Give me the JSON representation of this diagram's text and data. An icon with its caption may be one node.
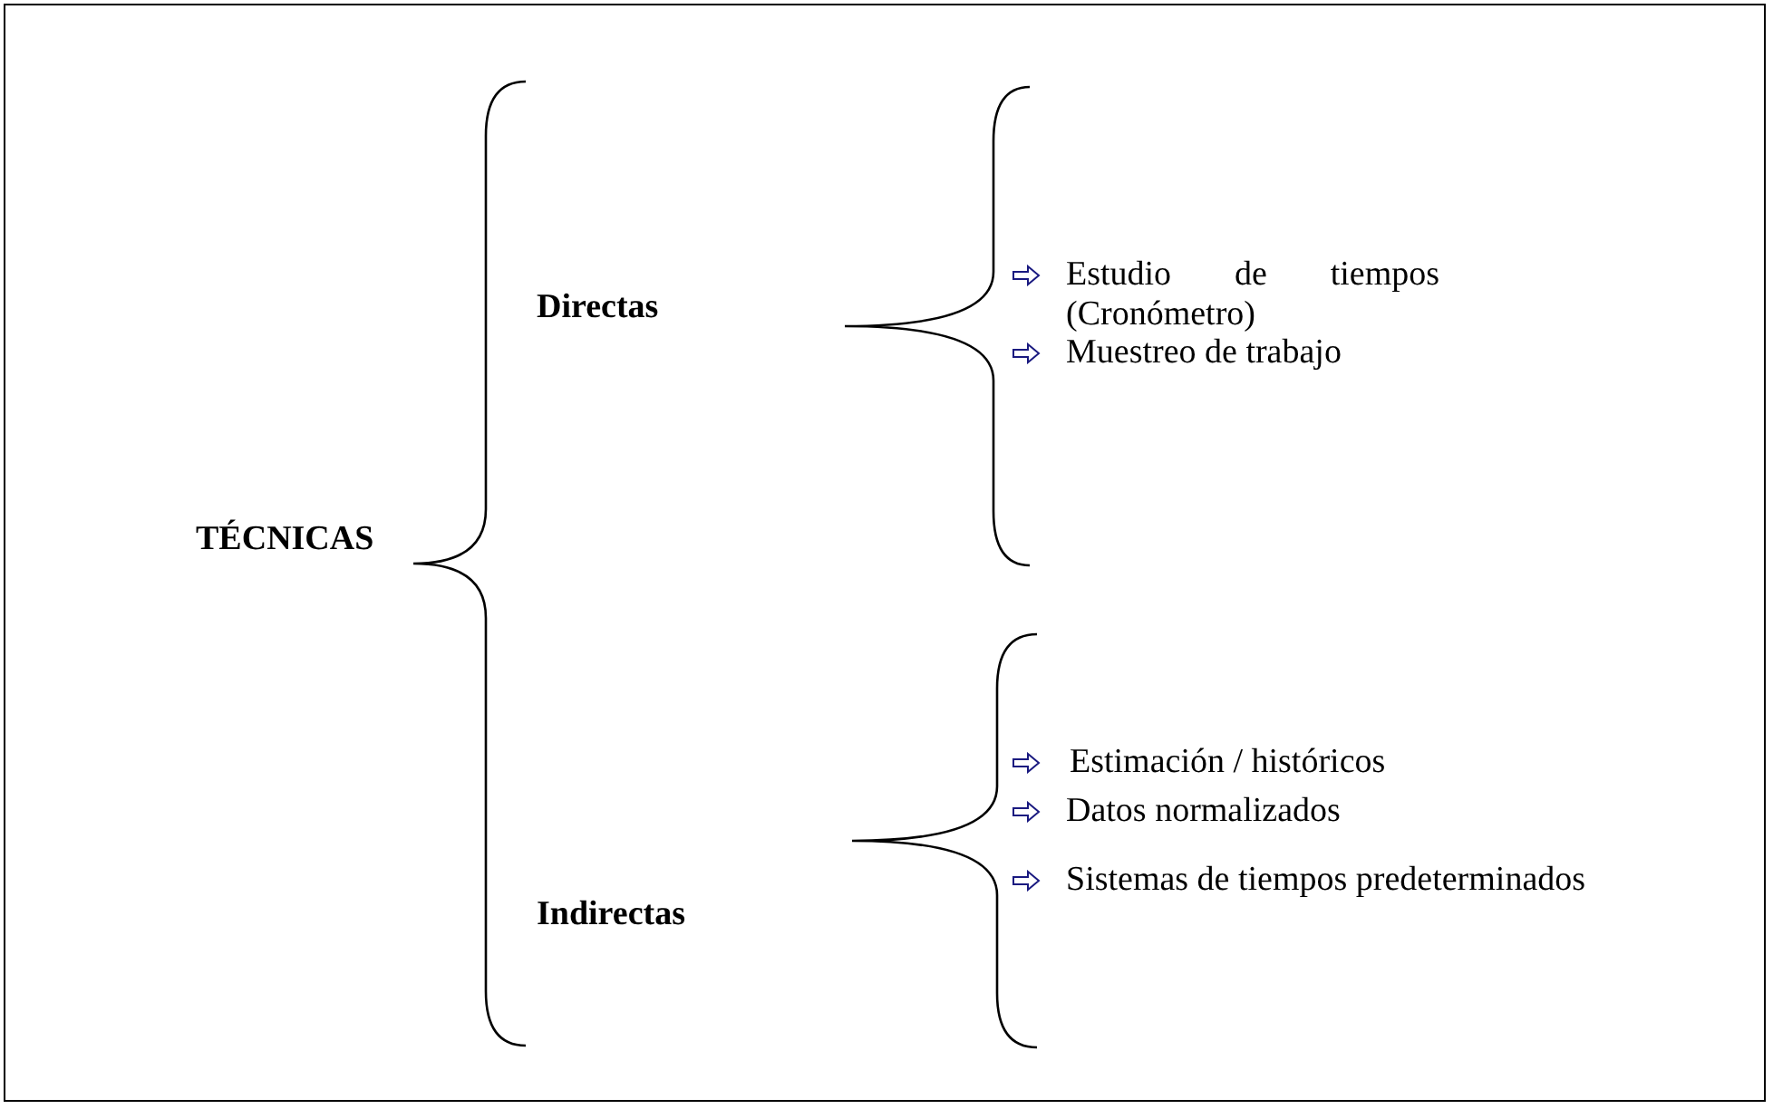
{
  "diagram": {
    "labels": [
      "TÉCNICAS",
      "Directas",
      "Estudio de tiempos (Cronómetro)",
      "Muestreo de trabajo",
      "Indirectas",
      "Estimación / históricos",
      "Datos normalizados",
      "Sistemas de tiempos predeterminados"
    ]
  }
}
